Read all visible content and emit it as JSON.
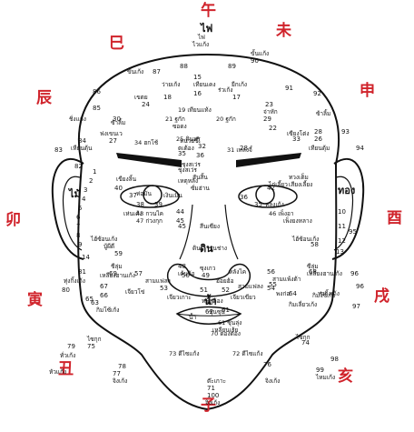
{
  "colors": {
    "zodiac": "#d0232b",
    "ink": "#111111"
  },
  "zodiac": [
    {
      "char": "午"
    },
    {
      "char": "未"
    },
    {
      "char": "申"
    },
    {
      "char": "酉"
    },
    {
      "char": "戌"
    },
    {
      "char": "亥"
    },
    {
      "char": "子"
    },
    {
      "char": "丑"
    },
    {
      "char": "寅"
    },
    {
      "char": "卯"
    },
    {
      "char": "辰"
    },
    {
      "char": "巳"
    }
  ],
  "elements": {
    "fire": "ไฟ",
    "water": "ไม้",
    "gold": "ทอง",
    "earth": "ดิน",
    "water2": "น้ำ"
  },
  "labels": [
    {
      "t": "ไฟ"
    },
    {
      "t": "ไวแก้ง"
    },
    {
      "t": "88"
    },
    {
      "t": "15"
    },
    {
      "t": "89"
    },
    {
      "t": "90"
    },
    {
      "t": "ขั้นแก้ง"
    },
    {
      "t": "ขั้นเก้ง"
    },
    {
      "t": "87"
    },
    {
      "t": "86"
    },
    {
      "t": "ว่ายเก้ง"
    },
    {
      "t": "เทียนเคง"
    },
    {
      "t": "ยีกเก้ง"
    },
    {
      "t": "91"
    },
    {
      "t": "92"
    },
    {
      "t": "85"
    },
    {
      "t": "18"
    },
    {
      "t": "16"
    },
    {
      "t": "17"
    },
    {
      "t": "24"
    },
    {
      "t": "เขตย"
    },
    {
      "t": "ร่วเก้ง"
    },
    {
      "t": "ชิ่งแก้ง"
    },
    {
      "t": "19 เทียนแท้ง"
    },
    {
      "t": "23"
    },
    {
      "t": "จ่าหัก"
    },
    {
      "t": "30"
    },
    {
      "t": "29"
    },
    {
      "t": "84"
    },
    {
      "t": "ซ้าลิ้ม"
    },
    {
      "t": "21 ฐกัก"
    },
    {
      "t": "20 ฐกัก"
    },
    {
      "t": "ซอดง"
    },
    {
      "t": "22"
    },
    {
      "t": "เซียงโต่ง"
    },
    {
      "t": "28"
    },
    {
      "t": "ซ้าลิ้ม"
    },
    {
      "t": "93"
    },
    {
      "t": "ฟงเขนเว"
    },
    {
      "t": "27"
    },
    {
      "t": "25 ดินหรู"
    },
    {
      "t": "ตเต้อง"
    },
    {
      "t": "33"
    },
    {
      "t": "26"
    },
    {
      "t": "เทียนตุ้ม"
    },
    {
      "t": "เหียนตุ้น"
    },
    {
      "t": "94"
    },
    {
      "t": "83"
    },
    {
      "t": "34 ฮกโช้"
    },
    {
      "t": "หนวยขี้"
    },
    {
      "t": "32"
    },
    {
      "t": "31 เหลงจี๋"
    },
    {
      "t": "35"
    },
    {
      "t": "36"
    },
    {
      "t": "ชุงสเว่ร"
    },
    {
      "t": "ชุงสเว่ร"
    },
    {
      "t": "28"
    },
    {
      "t": "สันสิ้น"
    },
    {
      "t": "เหตุหลัง"
    },
    {
      "t": "ซั่มฮ่าน"
    },
    {
      "t": "40"
    },
    {
      "t": "42"
    },
    {
      "t": "เขียงลิ้น"
    },
    {
      "t": "ทวงเต็ม"
    },
    {
      "t": "ไก่เลี้ยว"
    },
    {
      "t": "เสียงเลี้ยง"
    },
    {
      "t": "82"
    },
    {
      "t": "1"
    },
    {
      "t": "37"
    },
    {
      "t": "38"
    },
    {
      "t": "ห่อมัน"
    },
    {
      "t": "39"
    },
    {
      "t": "เงินเมิน"
    },
    {
      "t": "36"
    },
    {
      "t": "35"
    },
    {
      "t": "หลงเก้ง"
    },
    {
      "t": "95"
    },
    {
      "t": "96"
    },
    {
      "t": "97"
    },
    {
      "t": "เห่นเด้ง"
    },
    {
      "t": "43 กวนไค"
    },
    {
      "t": "44"
    },
    {
      "t": "45"
    },
    {
      "t": "46 เพ็งอา"
    },
    {
      "t": "เพ็งยงหลาง"
    },
    {
      "t": "47 ก่วงกุก"
    },
    {
      "t": "2"
    },
    {
      "t": "3"
    },
    {
      "t": "4"
    },
    {
      "t": "5"
    },
    {
      "t": "6"
    },
    {
      "t": "7"
    },
    {
      "t": "8"
    },
    {
      "t": "9"
    },
    {
      "t": "10"
    },
    {
      "t": "11"
    },
    {
      "t": "12"
    },
    {
      "t": "13"
    },
    {
      "t": "14"
    },
    {
      "t": "บู้ผีดี"
    },
    {
      "t": "ดิน"
    },
    {
      "t": "ไฮ้ซ้อนเก้ง"
    },
    {
      "t": "59"
    },
    {
      "t": "ชุนช่าง"
    },
    {
      "t": "45"
    },
    {
      "t": "สีนเซียง"
    },
    {
      "t": "ไฮ้ซ้อนเก้ง"
    },
    {
      "t": "58"
    },
    {
      "t": "ชีลุ่ม"
    },
    {
      "t": "เหลียงฮานเก้ง"
    },
    {
      "t": "69"
    },
    {
      "t": "48"
    },
    {
      "t": "ซุงเกว"
    },
    {
      "t": "เต้นอ้อ"
    },
    {
      "t": "50"
    },
    {
      "t": "49"
    },
    {
      "t": "หลังไค"
    },
    {
      "t": "56"
    },
    {
      "t": "สามแพ้งต้า"
    },
    {
      "t": "ซีลุ่ม"
    },
    {
      "t": "เหลียงฮานเก้ง"
    },
    {
      "t": "68"
    },
    {
      "t": "81"
    },
    {
      "t": "57"
    },
    {
      "t": "สามแฟลง"
    },
    {
      "t": "ฮ่อยฮ้อ"
    },
    {
      "t": "55"
    },
    {
      "t": "สามแฟลง"
    },
    {
      "t": "96"
    },
    {
      "t": "ทุ่งกิ้งเก้ง"
    },
    {
      "t": "80"
    },
    {
      "t": "67"
    },
    {
      "t": "66"
    },
    {
      "t": "63"
    },
    {
      "t": "65"
    },
    {
      "t": "53"
    },
    {
      "t": "51"
    },
    {
      "t": "52"
    },
    {
      "t": "54"
    },
    {
      "t": "64"
    },
    {
      "t": "ทุ่งกิ้งเก้ง"
    },
    {
      "t": "เจียวโข่"
    },
    {
      "t": "เจียวเกาะ"
    },
    {
      "t": "หน้าต้อง"
    },
    {
      "t": "เจียวเขียว"
    },
    {
      "t": "พงก่อ"
    },
    {
      "t": "กิมโซ้เก้ง"
    },
    {
      "t": "กิมโซ้เก้ง"
    },
    {
      "t": "กิมเลี่ยวเก้ง"
    },
    {
      "t": "61"
    },
    {
      "t": "62"
    },
    {
      "t": "60"
    },
    {
      "t": "น้ำ"
    },
    {
      "t": "ชุ่นซุน"
    },
    {
      "t": "61 ซุ่นลุ่ง"
    },
    {
      "t": "เหลียนเร้ย"
    },
    {
      "t": "ไซกุก"
    },
    {
      "t": "75"
    },
    {
      "t": "70 ดองต้อง"
    },
    {
      "t": "ไซกุก"
    },
    {
      "t": "74"
    },
    {
      "t": "79"
    },
    {
      "t": "ทั่วเก้ง"
    },
    {
      "t": "78"
    },
    {
      "t": "77"
    },
    {
      "t": "73 ดีไซแก้ง"
    },
    {
      "t": "72 ดีไซแก้ง"
    },
    {
      "t": "76"
    },
    {
      "t": "98"
    },
    {
      "t": "99"
    },
    {
      "t": "ไหมเก้ง"
    },
    {
      "t": "จิงเก้ง"
    },
    {
      "t": "จิงเก้ง"
    },
    {
      "t": "ต๊ะเกาะ"
    },
    {
      "t": "71"
    },
    {
      "t": "100"
    },
    {
      "t": "จิงเก้ง"
    },
    {
      "t": "หัวแก้ง"
    }
  ]
}
